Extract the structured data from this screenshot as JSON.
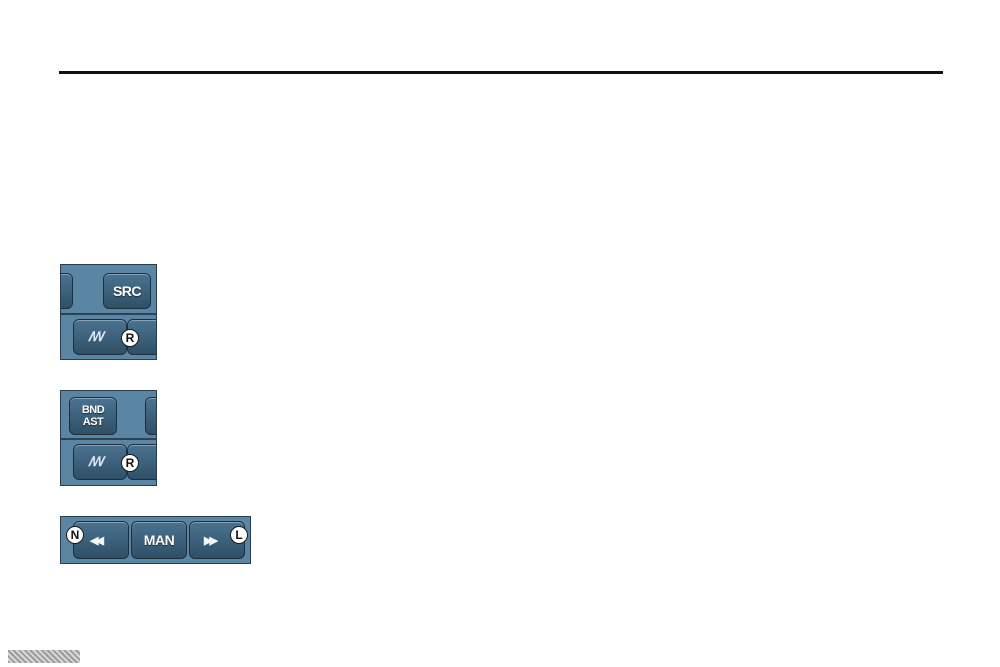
{
  "panel_src": {
    "src_label": "SRC",
    "sound_badge": "R"
  },
  "panel_bnd": {
    "bnd_label_line1": "BND",
    "bnd_label_line2": "AST",
    "sound_badge": "R"
  },
  "panel_tuning": {
    "man_label": "MAN",
    "left_badge": "N",
    "right_badge": "L",
    "seek_down_glyph": "◀◀",
    "seek_up_glyph": "▶▶"
  },
  "icons": {
    "sound_icon": "waveform-icon",
    "colors": {
      "panel": "#5b86a3",
      "button": "#2f5066",
      "badge": "#ffffff"
    }
  }
}
